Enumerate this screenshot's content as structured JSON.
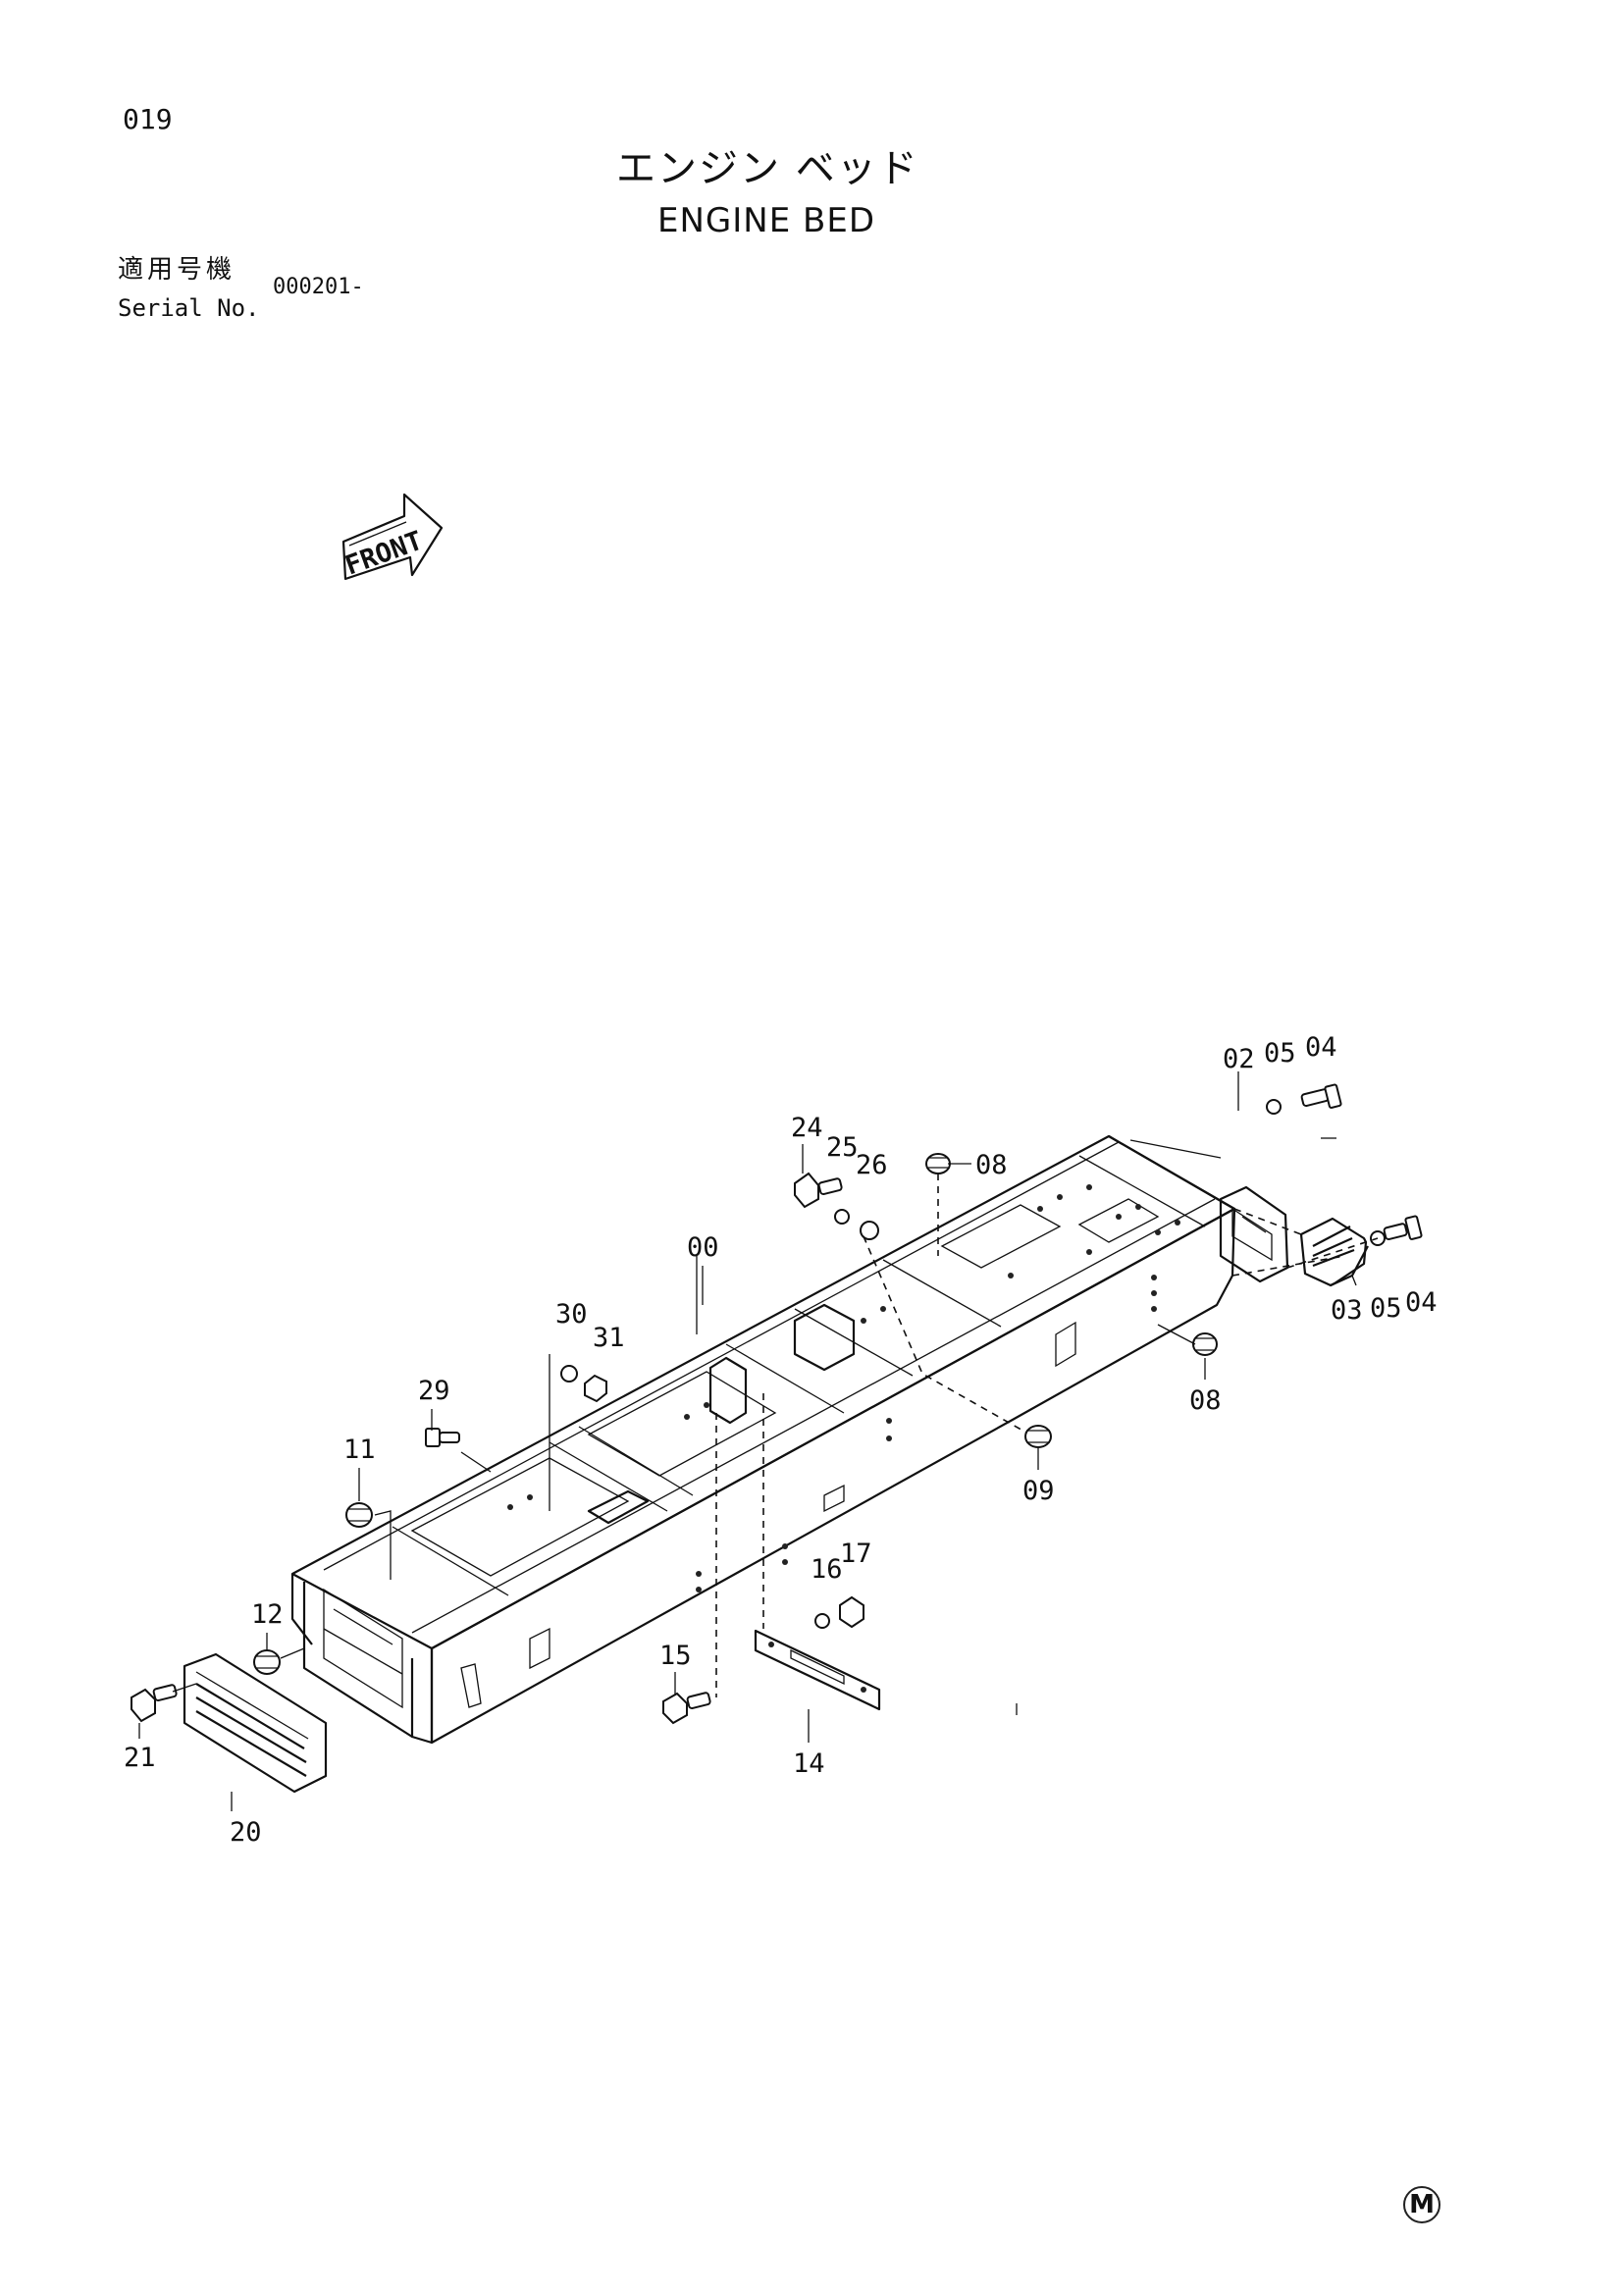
{
  "page_number": "019",
  "title_jp": "エンジン ベッド",
  "title_en": "ENGINE BED",
  "serial": {
    "label_jp": "適用号機",
    "label_en": "Serial No.",
    "value": "000201-"
  },
  "front_label": "FRONT",
  "footer_mark": "M",
  "callouts": {
    "c00": "00",
    "c02": "02",
    "c03": "03",
    "c04a": "04",
    "c04b": "04",
    "c05a": "05",
    "c05b": "05",
    "c08a": "08",
    "c08b": "08",
    "c09": "09",
    "c11": "11",
    "c12": "12",
    "c14": "14",
    "c15": "15",
    "c16": "16",
    "c17": "17",
    "c20": "20",
    "c21": "21",
    "c24": "24",
    "c25": "25",
    "c26": "26",
    "c29": "29",
    "c30": "30",
    "c31": "31"
  }
}
